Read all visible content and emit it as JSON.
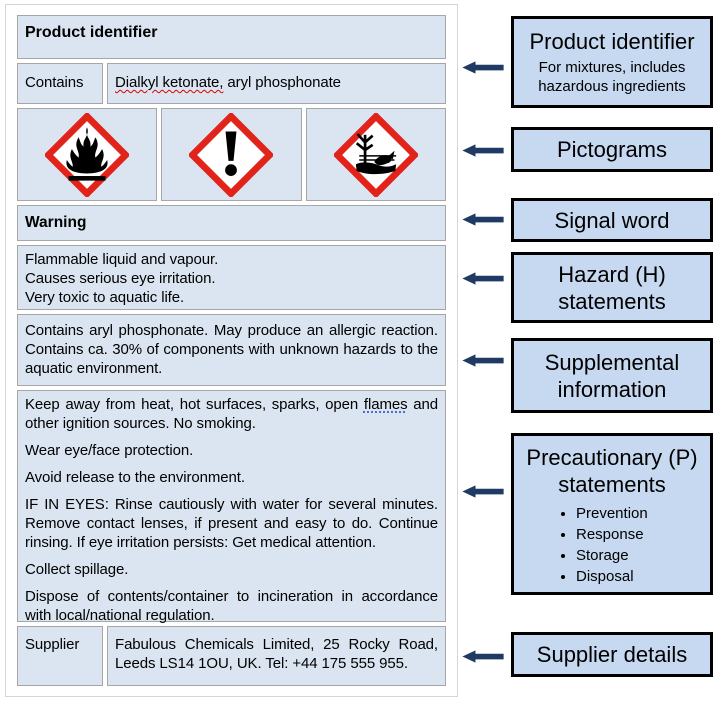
{
  "label": {
    "product_identifier_header": "Product identifier",
    "contains_key": "Contains",
    "contains_marked": "Dialkyl ketonate,",
    "contains_rest": " aryl phosphonate",
    "pictograms": [
      "flame",
      "exclamation-mark",
      "aquatic-environment"
    ],
    "signal_word": "Warning",
    "hazard_statements": [
      "Flammable liquid and vapour.",
      "Causes serious eye irritation.",
      "Very toxic to aquatic life."
    ],
    "supplemental_information": "Contains aryl phosphonate. May produce an allergic reaction. Contains ca. 30% of components with unknown hazards to the aquatic environment.",
    "precautionary": {
      "p1_before": "Keep away from heat, hot surfaces, sparks, open ",
      "p1_marked": "flames",
      "p1_after": " and other ignition sources. No smoking.",
      "p2": "Wear eye/face protection.",
      "p3": "Avoid release to the environment.",
      "p4": "IF IN EYES: Rinse cautiously with water for several minutes. Remove contact lenses, if present and easy to do. Continue rinsing. If eye irritation persists: Get medical attention.",
      "p5": "Collect spillage.",
      "p6": "Dispose of contents/container to incineration in accordance with local/national regulation."
    },
    "supplier_key": "Supplier",
    "supplier_value": "Fabulous Chemicals Limited, 25 Rocky Road, Leeds LS14 1OU, UK. Tel: +44 175 555 955."
  },
  "annotations": [
    {
      "title": "Product identifier",
      "subtitle": "For mixtures, includes hazardous ingredients"
    },
    {
      "title": "Pictograms"
    },
    {
      "title": "Signal word"
    },
    {
      "title": "Hazard (H) statements"
    },
    {
      "title": "Supplemental information"
    },
    {
      "title": "Precautionary (P) statements",
      "bullets": [
        "Prevention",
        "Response",
        "Storage",
        "Disposal"
      ]
    },
    {
      "title": "Supplier details"
    }
  ],
  "colors": {
    "label_cell_bg": "#dbe5f1",
    "annotation_box_bg": "#c6d9f0",
    "annotation_box_border": "#000000",
    "arrow": "#1f3a63",
    "pictogram_frame_red": "#e2231a",
    "spellcheck_underline": "#e00000",
    "grammar_underline": "#4a6fd4"
  }
}
